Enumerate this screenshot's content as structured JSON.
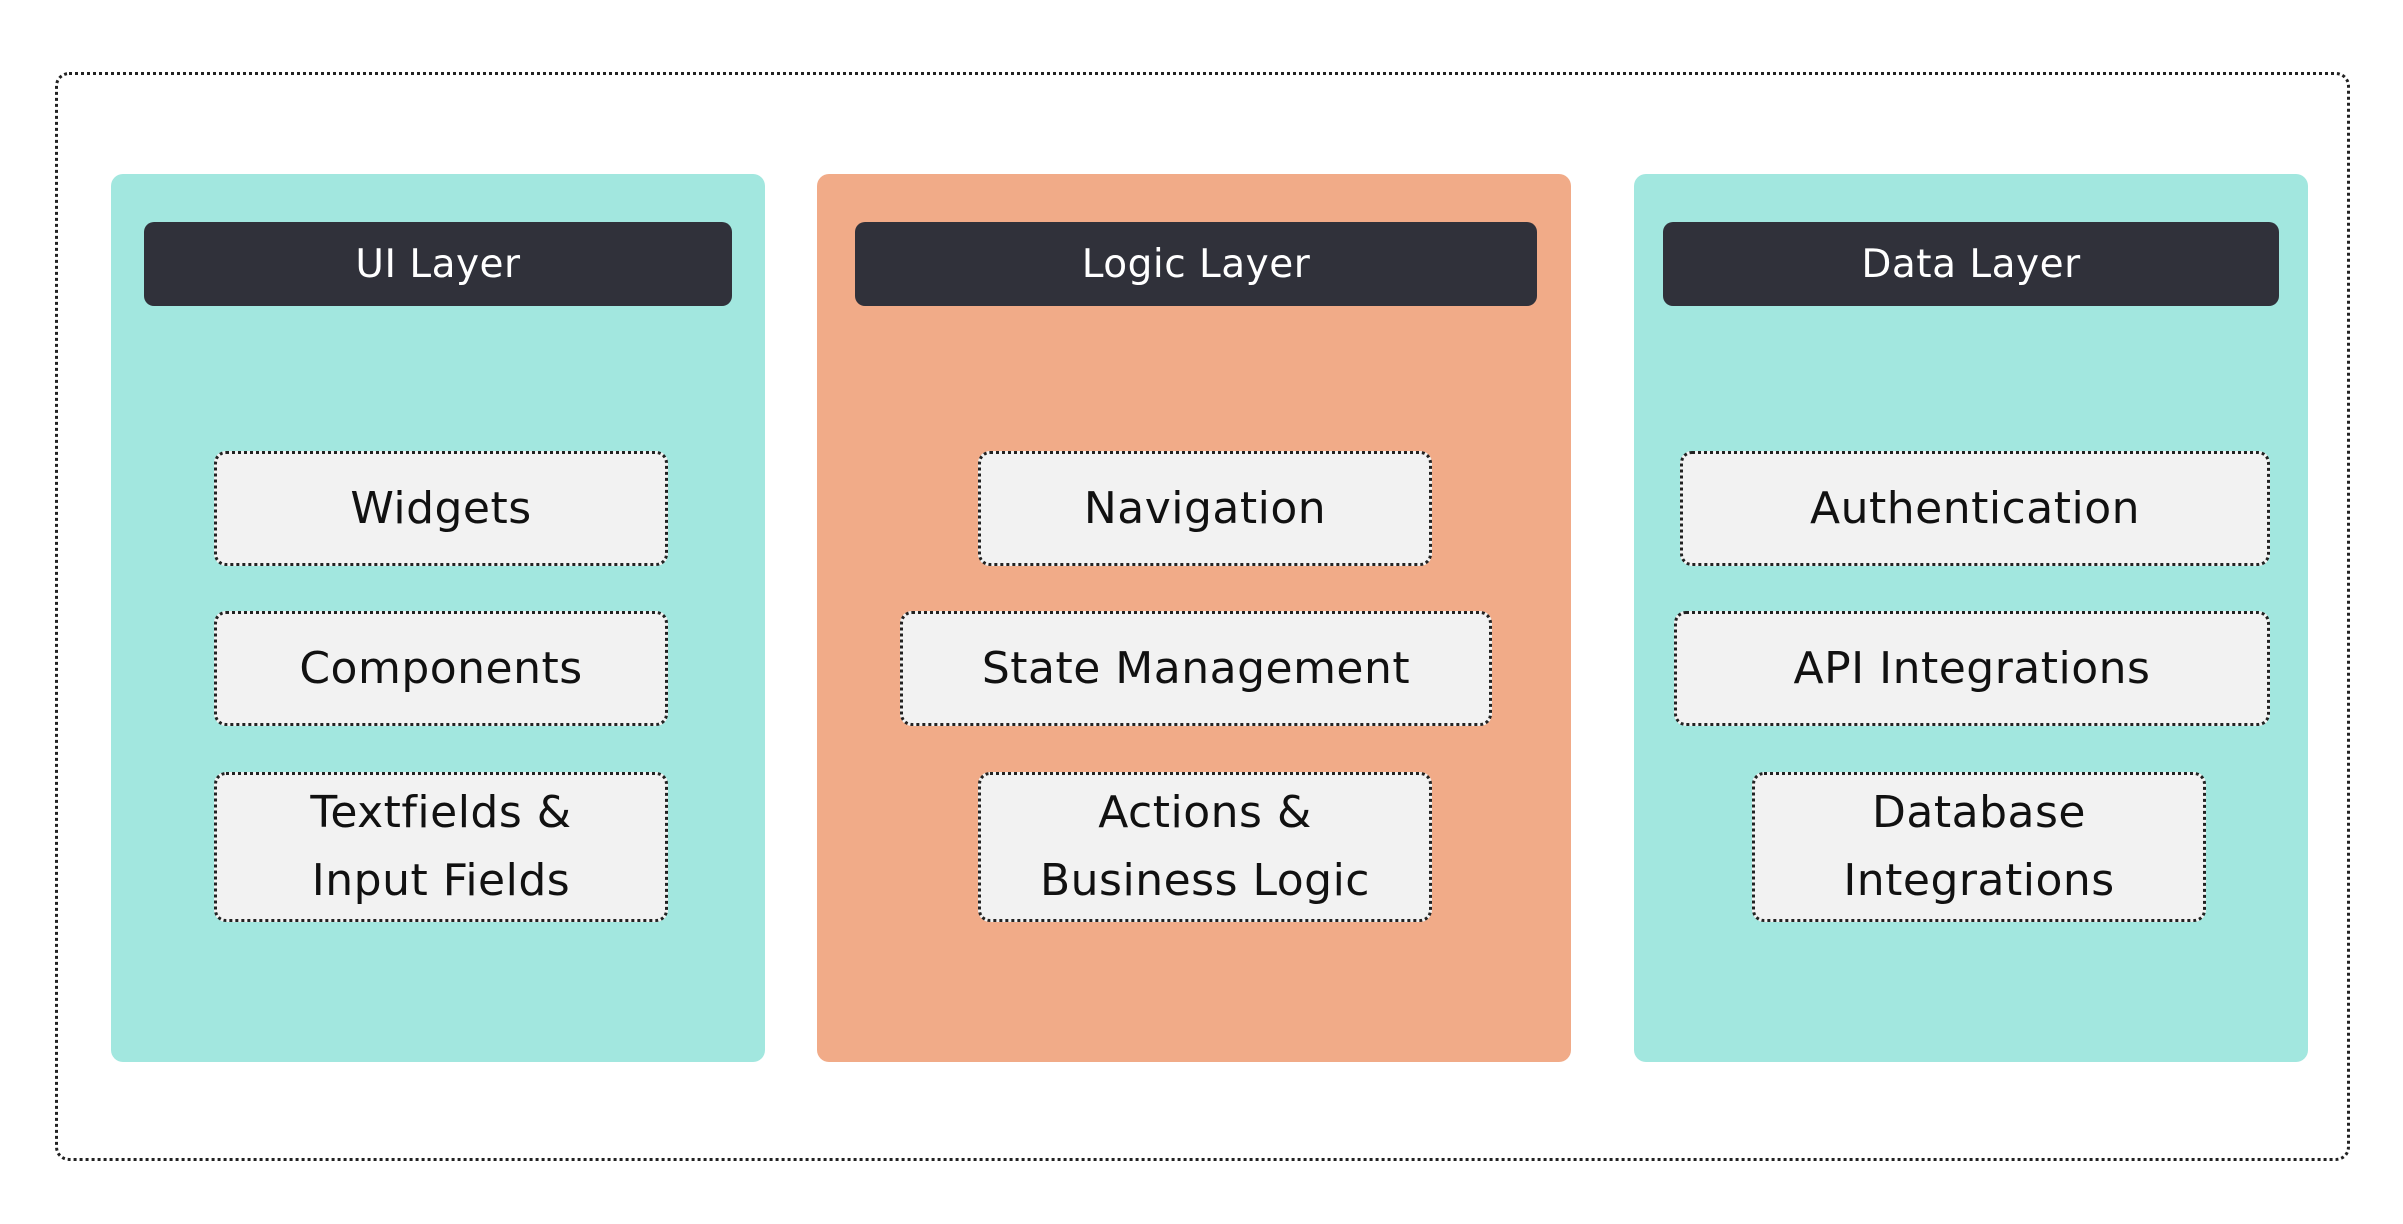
{
  "colors": {
    "ui_layer_bg": "#a2e7df",
    "logic_layer_bg": "#f1ab88",
    "data_layer_bg": "#a2e7df",
    "header_bg": "#30313a",
    "item_bg": "#f2f2f2"
  },
  "layers": [
    {
      "title": "UI Layer",
      "items": [
        "Widgets",
        "Components",
        "Textfields &\nInput Fields"
      ]
    },
    {
      "title": "Logic Layer",
      "items": [
        "Navigation",
        "State Management",
        "Actions &\nBusiness Logic"
      ]
    },
    {
      "title": "Data Layer",
      "items": [
        "Authentication",
        "API Integrations",
        "Database\nIntegrations"
      ]
    }
  ]
}
